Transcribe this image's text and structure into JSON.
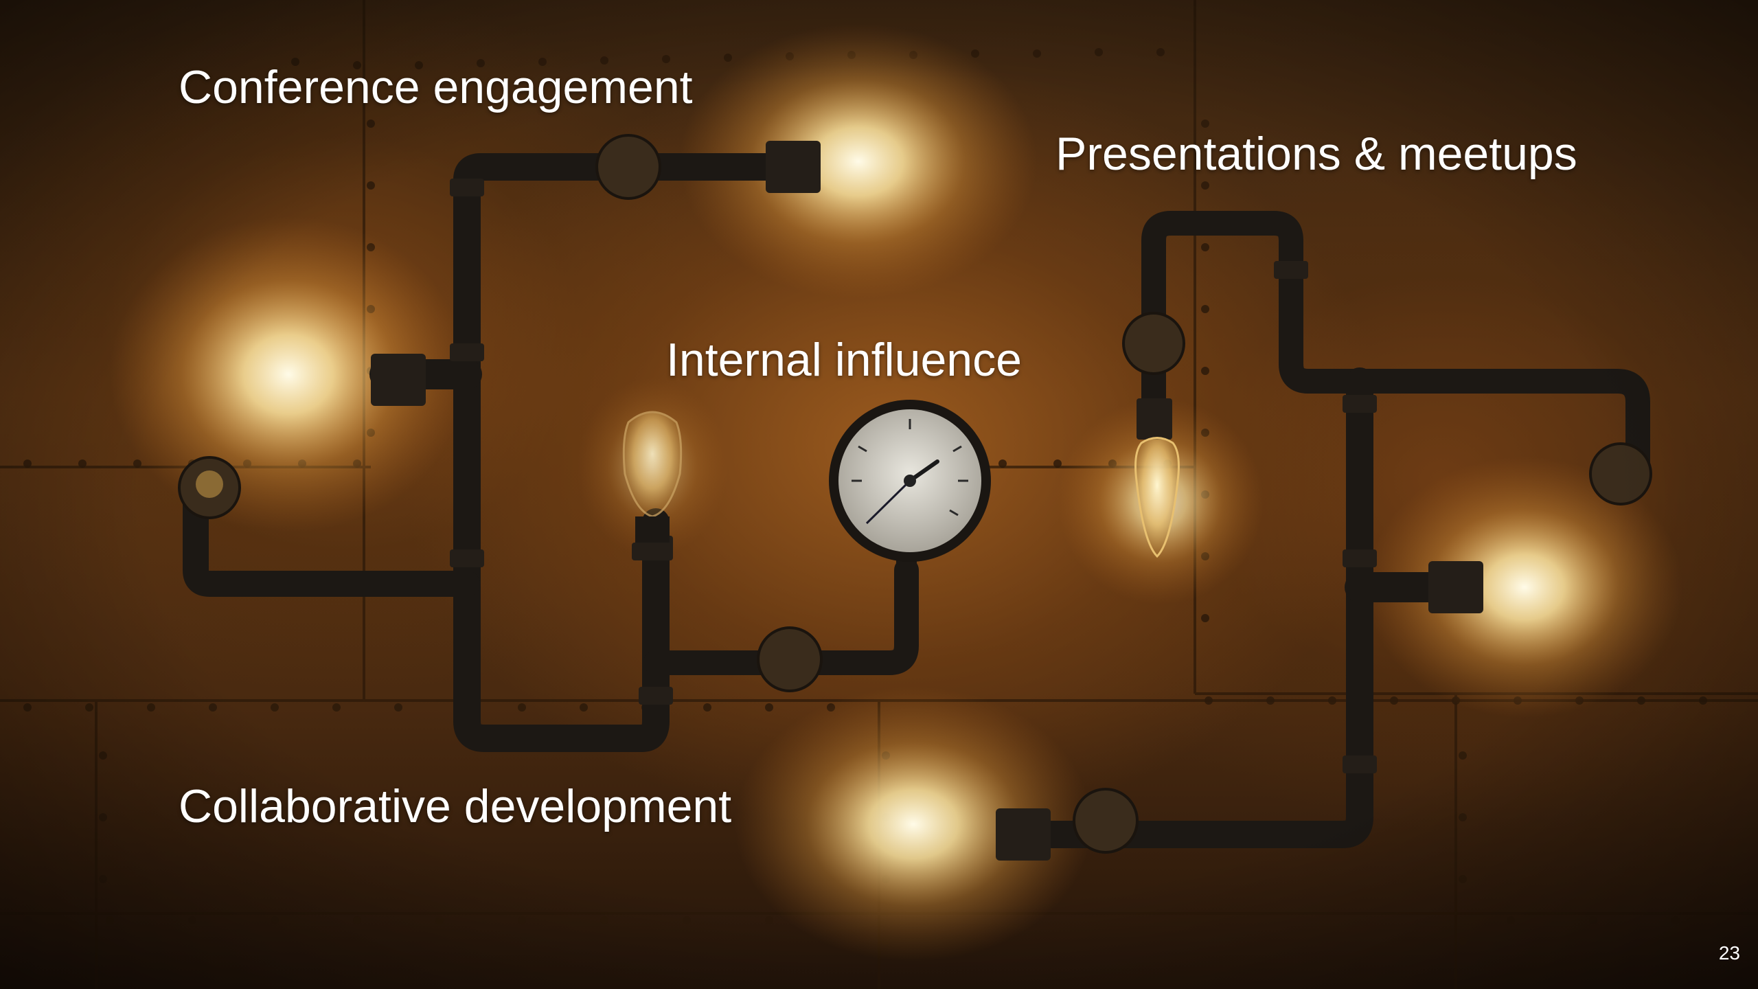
{
  "labels": {
    "conference": "Conference engagement",
    "presentations": "Presentations & meetups",
    "internal": "Internal influence",
    "collaborative": "Collaborative development"
  },
  "page_number": "23",
  "icons": [
    "pipe-lamp-fixture",
    "gauge-icon",
    "edison-bulb-icon"
  ],
  "colors": {
    "text": "#ffffff",
    "wall": "#7a4416",
    "pipe": "#1c1814",
    "glow": "#fff1c8"
  }
}
